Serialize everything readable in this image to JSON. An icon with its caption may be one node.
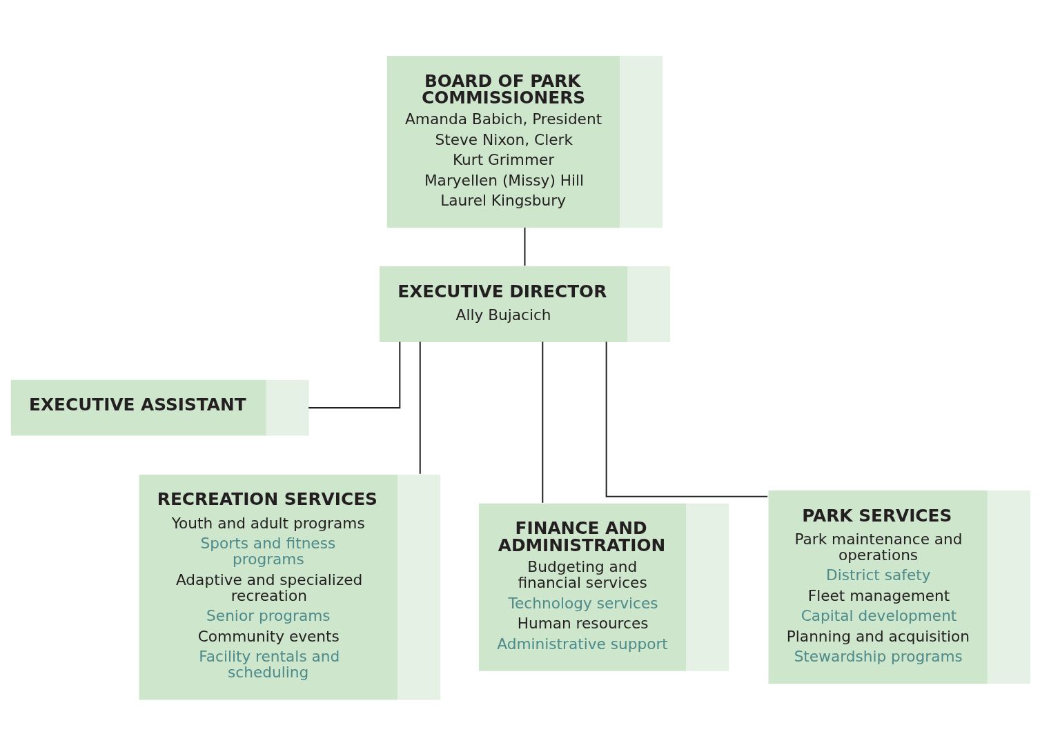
{
  "diagram": {
    "nodes": [
      {
        "text": [
          "BOARD OF PARK COMMISSIONERS",
          "Amanda Babich, President",
          "Steve Nixon, Clerk",
          "Kurt Grimmer",
          "Maryellen (Missy) Hill",
          "Laurel Kingsbury"
        ]
      },
      {
        "text": [
          "EXECUTIVE DIRECTOR",
          "Ally Bujacich"
        ]
      },
      {
        "text": [
          "EXECUTIVE ASSISTANT"
        ]
      },
      {
        "text": [
          "RECREATION SERVICES",
          "Youth and adult programs",
          "Sports and fitness programs",
          "Adaptive and specialized recreation",
          "Senior programs",
          "Community events",
          "Facility rentals and scheduling"
        ]
      },
      {
        "text": [
          "FINANCE AND ADMINISTRATION",
          "Budgeting and financial services",
          "Technology services",
          "Human resources",
          "Administrative support"
        ]
      },
      {
        "text": [
          "PARK SERVICES",
          "Park maintenance and operations",
          "District safety",
          "Fleet management",
          "Capital development",
          "Planning and acquisition",
          "Stewardship programs"
        ]
      }
    ],
    "edges": [
      {
        "from": 0,
        "to": 1,
        "arrow": "none"
      },
      {
        "from": 1,
        "to": 2,
        "arrow": "none"
      },
      {
        "from": 1,
        "to": 3,
        "arrow": "none"
      },
      {
        "from": 1,
        "to": 4,
        "arrow": "none"
      },
      {
        "from": 1,
        "to": 5,
        "arrow": "none"
      }
    ]
  }
}
